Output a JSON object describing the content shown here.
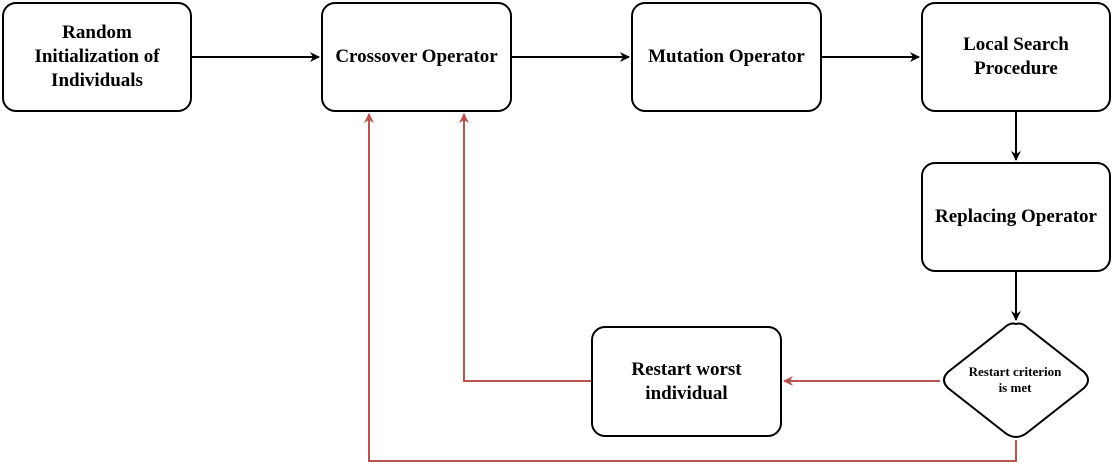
{
  "diagram": {
    "nodes": {
      "random_init": "Random\nInitialization of\nIndividuals",
      "crossover": "Crossover Operator",
      "mutation": "Mutation Operator",
      "local_search": "Local Search\nProcedure",
      "replacing": "Replacing Operator",
      "restart_worst": "Restart worst\nindividual",
      "decision": "Restart criterion\nis met"
    },
    "edges": [
      {
        "from": "random_init",
        "to": "crossover"
      },
      {
        "from": "crossover",
        "to": "mutation"
      },
      {
        "from": "mutation",
        "to": "local_search"
      },
      {
        "from": "local_search",
        "to": "replacing"
      },
      {
        "from": "replacing",
        "to": "decision"
      },
      {
        "from": "decision",
        "to": "restart_worst"
      },
      {
        "from": "restart_worst",
        "to": "crossover"
      },
      {
        "from": "decision",
        "to": "crossover"
      }
    ],
    "colors": {
      "main_flow": "#000000",
      "feedback_flow": "#b85450"
    }
  }
}
